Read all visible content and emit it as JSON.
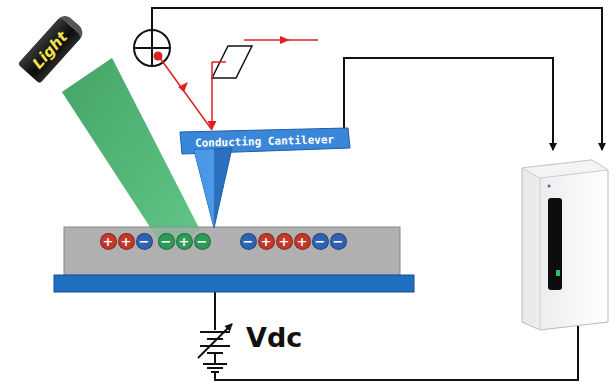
{
  "diagram": {
    "nodes": [
      {
        "text": [
          "Light"
        ]
      },
      {
        "text": [
          "Conducting Cantilever"
        ]
      },
      {
        "text": [
          "+"
        ]
      },
      {
        "text": [
          "+"
        ]
      },
      {
        "text": [
          "−"
        ]
      },
      {
        "text": [
          "−"
        ]
      },
      {
        "text": [
          "+"
        ]
      },
      {
        "text": [
          "−"
        ]
      },
      {
        "text": [
          "−"
        ]
      },
      {
        "text": [
          "+"
        ]
      },
      {
        "text": [
          "+"
        ]
      },
      {
        "text": [
          "+"
        ]
      },
      {
        "text": [
          "−"
        ]
      },
      {
        "text": [
          "−"
        ]
      }
    ],
    "labels": [
      "Vdc"
    ]
  }
}
